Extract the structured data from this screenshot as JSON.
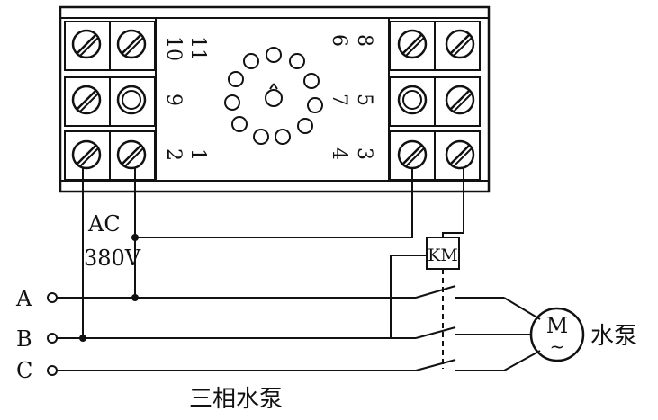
{
  "labels": {
    "supply": "AC",
    "voltage": "380V",
    "contactor": "KM",
    "motor": "M",
    "motor_symbol": "~",
    "motor_caption": "水泵",
    "bottom_caption": "三相水泵",
    "phase_a": "A",
    "phase_b": "B",
    "phase_c": "C"
  },
  "pins": {
    "p10": "10",
    "p11": "11",
    "p9": "9",
    "p2": "2",
    "p1": "1",
    "p8": "8",
    "p6": "6",
    "p5": "5",
    "p7": "7",
    "p3": "3",
    "p4": "4"
  }
}
